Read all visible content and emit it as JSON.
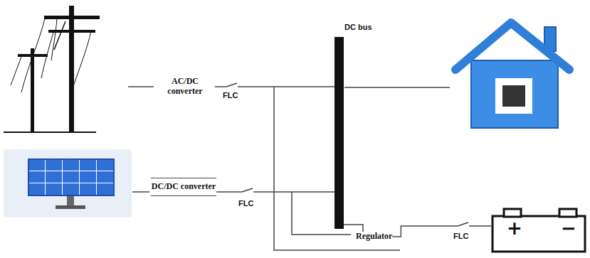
{
  "diagram": {
    "nodes": [
      {
        "text": [
          "AC/DC converter"
        ]
      },
      {
        "text": [
          "DC/DC converter"
        ]
      },
      {
        "text": [
          "DC bus"
        ]
      },
      {
        "text": [
          "Regulator"
        ]
      },
      {
        "text": [
          "+",
          "−"
        ]
      }
    ],
    "edges": [
      {
        "from": 0,
        "to": 2,
        "arrow": "none"
      },
      {
        "from": 1,
        "to": 2,
        "arrow": "none"
      },
      {
        "from": 2,
        "to": 3,
        "arrow": "none"
      },
      {
        "from": 3,
        "to": 4,
        "arrow": "none"
      }
    ],
    "labels": [
      "FLC",
      "FLC",
      "FLC"
    ]
  }
}
